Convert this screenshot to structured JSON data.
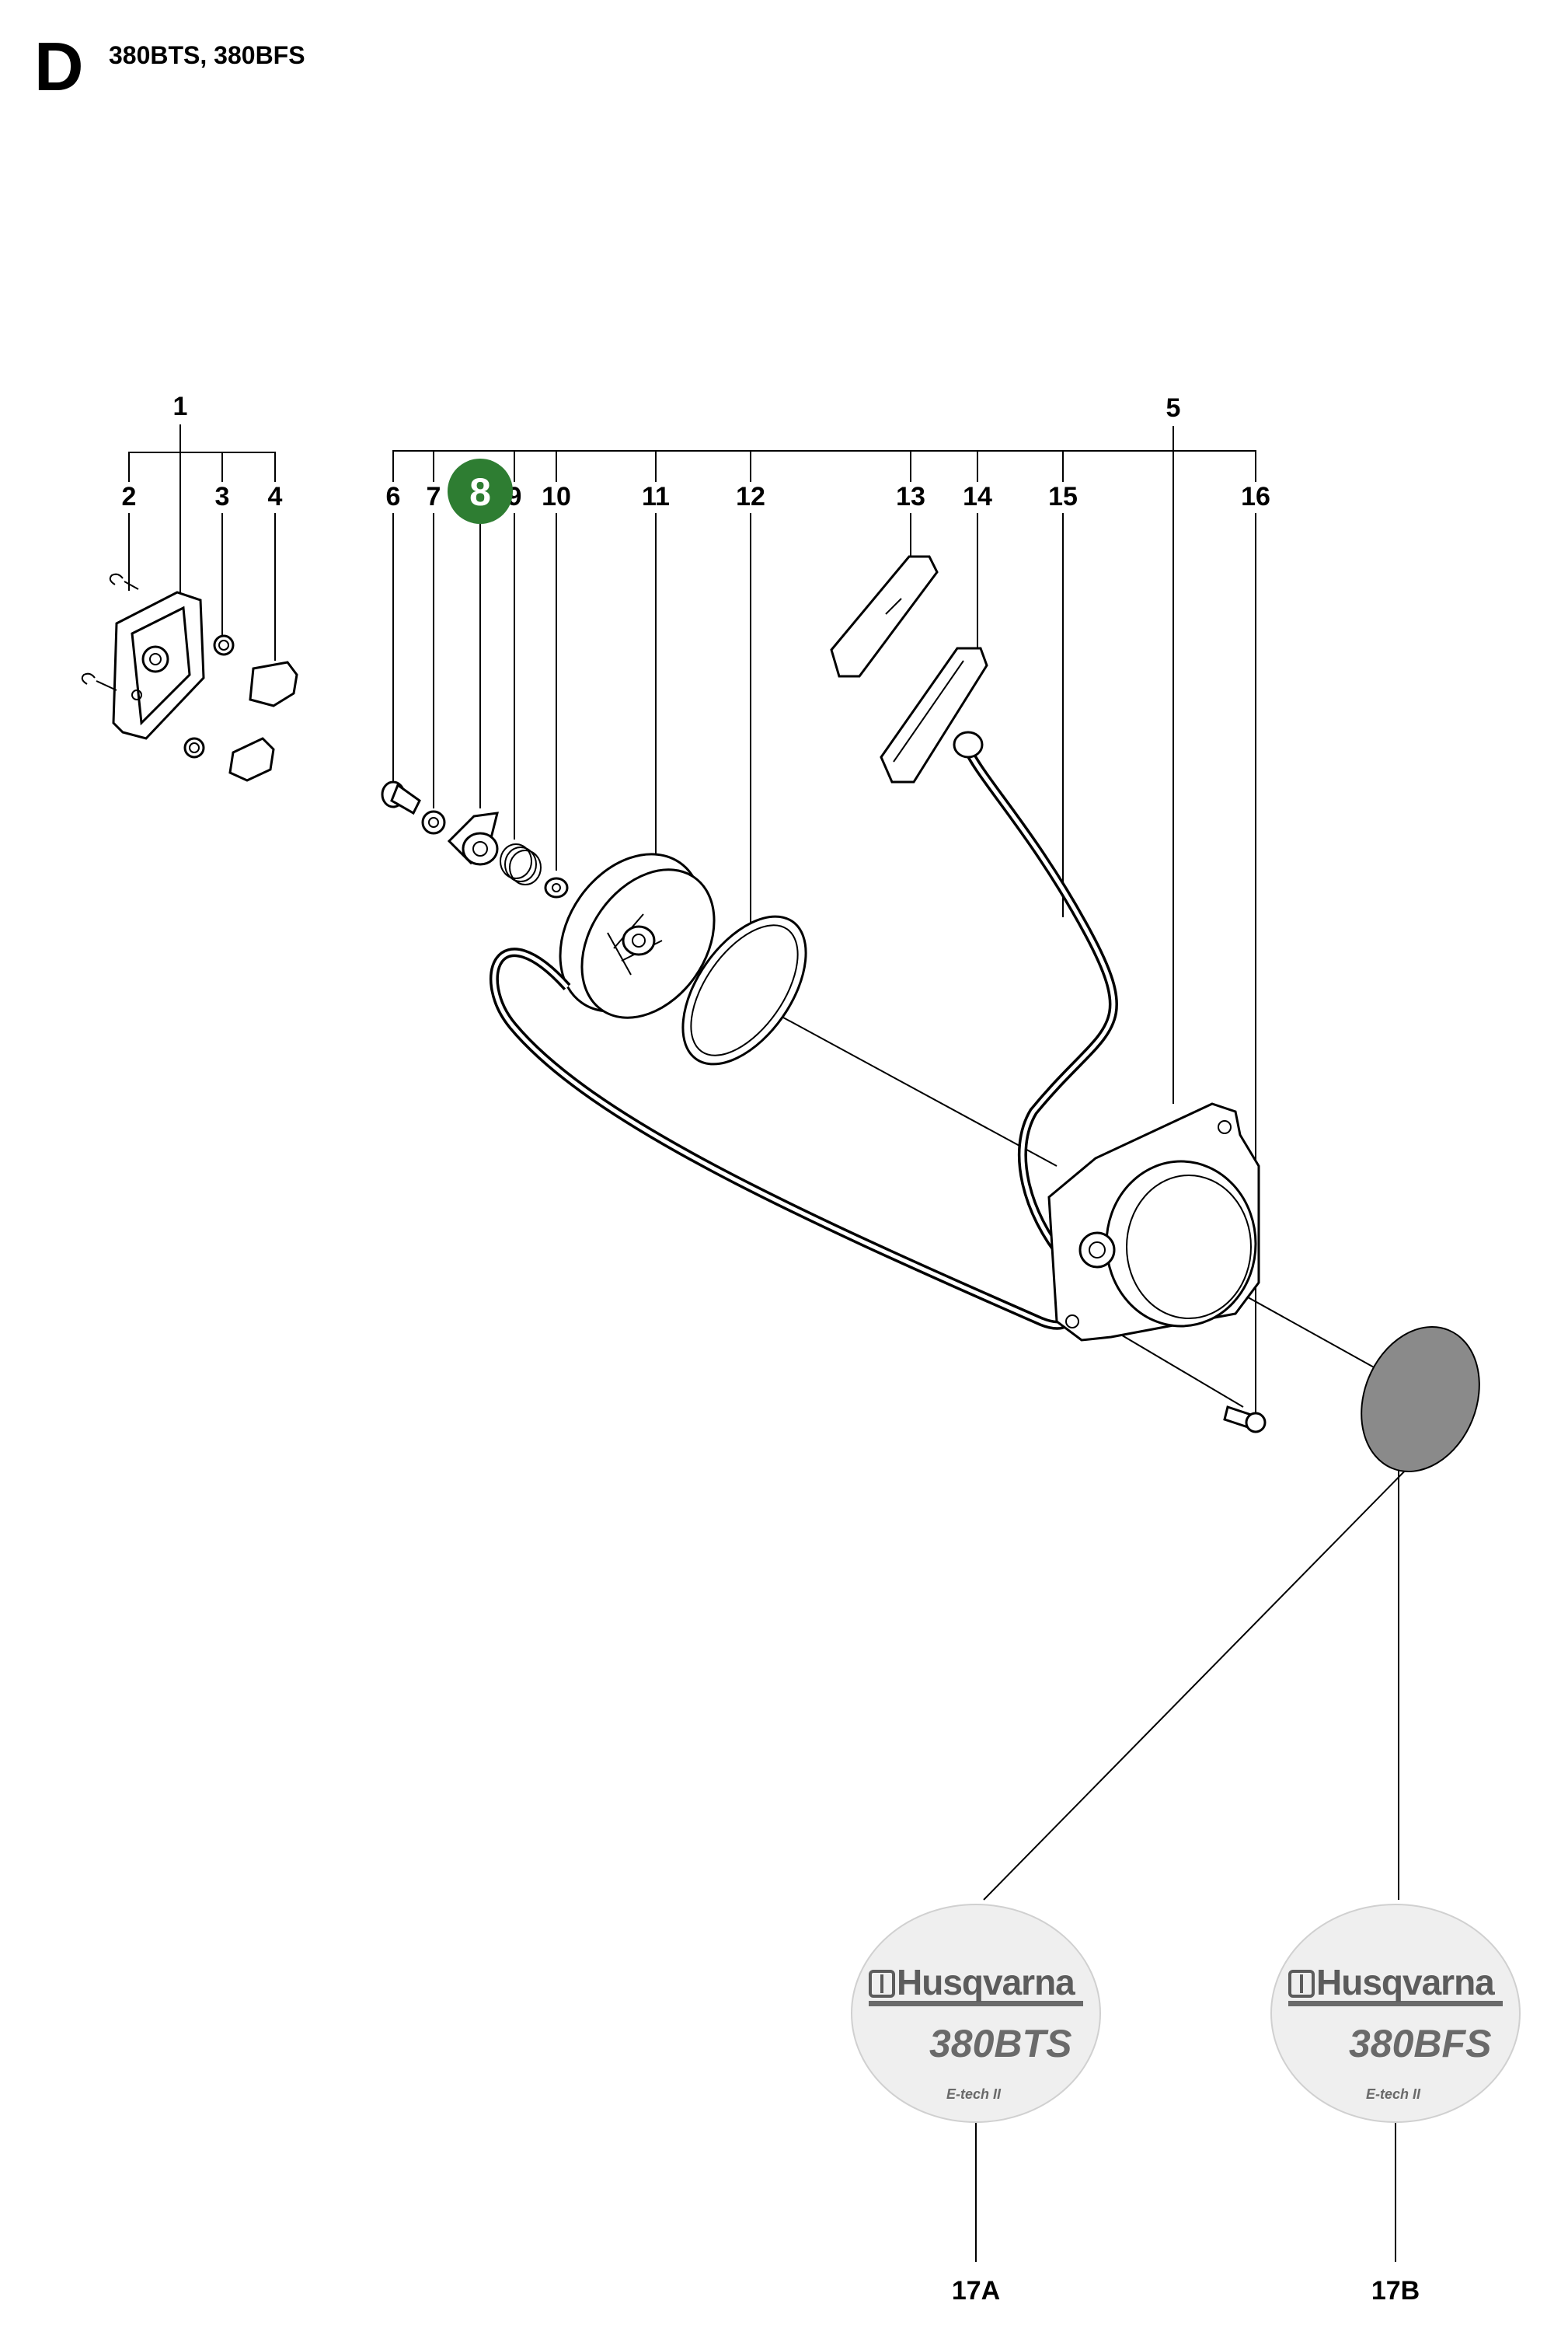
{
  "header": {
    "section_letter": "D",
    "models": "380BTS, 380BFS"
  },
  "callouts": {
    "c1": "1",
    "c2": "2",
    "c3": "3",
    "c4": "4",
    "c5": "5",
    "c6": "6",
    "c7": "7",
    "c9": "9",
    "c10": "10",
    "c11": "11",
    "c12": "12",
    "c13": "13",
    "c14": "14",
    "c15": "15",
    "c16": "16",
    "c17a": "17A",
    "c17b": "17B"
  },
  "highlight": {
    "number": "8",
    "color": "#2e7d32"
  },
  "decals": {
    "brand": "Husqvarna",
    "left_model": "380BTS",
    "right_model": "380BFS",
    "sub": "E-tech II"
  },
  "colors": {
    "decal_fill": "#efefef",
    "cap_fill": "#8a8a8a"
  }
}
